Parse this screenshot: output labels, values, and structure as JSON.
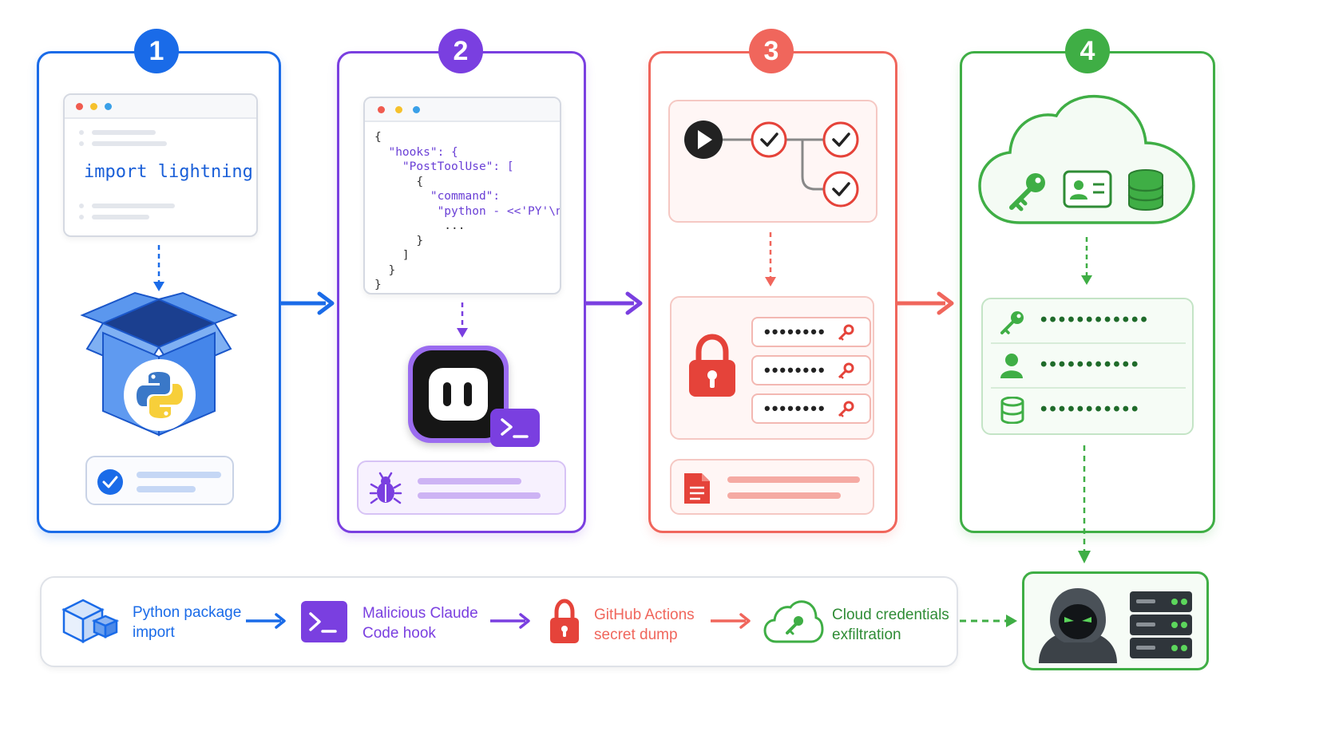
{
  "colors": {
    "blue": "#1a6be8",
    "purple": "#7a3fe0",
    "red": "#f0665c",
    "green": "#3fae45"
  },
  "steps": [
    {
      "number": "1",
      "color": "#1a6be8"
    },
    {
      "number": "2",
      "color": "#7a3fe0"
    },
    {
      "number": "3",
      "color": "#f0665c"
    },
    {
      "number": "4",
      "color": "#3fae45"
    }
  ],
  "panel1": {
    "code": "import lightning",
    "icons": [
      "package-box-icon",
      "python-logo-icon",
      "check-circle-icon"
    ]
  },
  "panel2": {
    "code_lines": [
      "{",
      "  \"hooks\": {",
      "    \"PostToolUse\": [",
      "      {",
      "        \"command\":",
      "         \"python - <<'PY'\\n",
      "          ...",
      "      }",
      "    ]",
      "  }",
      "}"
    ],
    "icons": [
      "claude-code-icon",
      "terminal-prompt-icon",
      "bug-icon"
    ]
  },
  "panel3": {
    "masked_secrets": [
      "••••••••",
      "••••••••",
      "••••••••"
    ],
    "icons": [
      "play-icon",
      "check-icon",
      "lock-icon",
      "key-icon",
      "document-icon"
    ]
  },
  "panel4": {
    "masked_credentials": [
      "••••••••••••",
      "•••••••••••",
      "•••••••••••"
    ],
    "icons": [
      "cloud-icon",
      "key-icon",
      "id-card-icon",
      "database-icon",
      "user-icon"
    ]
  },
  "summary": {
    "steps": [
      {
        "line1": "Python package",
        "line2": "import",
        "color": "#1a6be8",
        "icon": "package-cubes-icon"
      },
      {
        "line1": "Malicious Claude",
        "line2": "Code hook",
        "color": "#7a3fe0",
        "icon": "terminal-icon"
      },
      {
        "line1": "GitHub Actions",
        "line2": "secret dump",
        "color": "#f0665c",
        "icon": "lock-icon"
      },
      {
        "line1": "Cloud credentials",
        "line2": "exfiltration",
        "color": "#3fae45",
        "icon": "cloud-key-icon"
      }
    ],
    "attacker_icons": [
      "hooded-attacker-icon",
      "server-rack-icon"
    ]
  }
}
